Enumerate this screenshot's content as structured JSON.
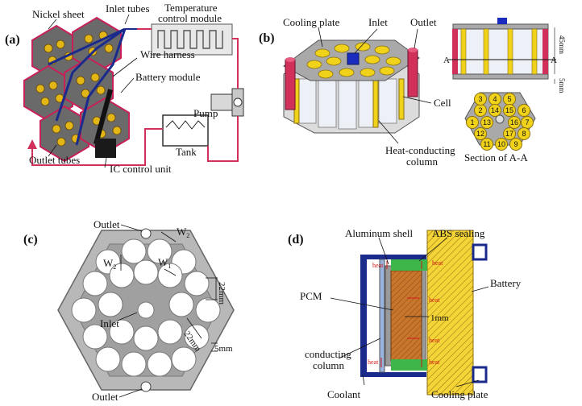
{
  "panel_a": {
    "tag": "(a)",
    "labels": {
      "nickel_sheet": "Nickel sheet",
      "inlet_tubes": "Inlet tubes",
      "temp_module": "Temperature",
      "temp_module_2": "control module",
      "wire_harness": "Wire harness",
      "battery_module": "Battery module",
      "pump": "Pump",
      "tank": "Tank",
      "outlet_tubes": "Outlet tubes",
      "ic_control": "IC control unit"
    }
  },
  "panel_b": {
    "tag": "(b)",
    "labels": {
      "cooling_plate": "Cooling plate",
      "inlet": "Inlet",
      "outlet": "Outlet",
      "cell": "Cell",
      "heat_column": "Heat-conducting",
      "heat_column_2": "column",
      "section": "Section of A-A",
      "a_left": "A",
      "a_right": "A",
      "dim_45": "45mm",
      "dim_5": "5mm"
    },
    "cell_numbers": [
      "1",
      "2",
      "3",
      "4",
      "5",
      "6",
      "7",
      "8",
      "9",
      "10",
      "11",
      "12",
      "13",
      "14",
      "15",
      "16",
      "17"
    ]
  },
  "panel_c": {
    "tag": "(c)",
    "labels": {
      "outlet_top": "Outlet",
      "outlet_bottom": "Outlet",
      "inlet": "Inlet",
      "w2_top": "W",
      "w2_top_sub": "2",
      "w2_left": "W",
      "w2_left_sub": "2",
      "w1": "W",
      "w1_sub": "1",
      "dim_22_right": "22mm",
      "dim_22_diag": "22mm",
      "dim_5": "5mm"
    }
  },
  "panel_d": {
    "tag": "(d)",
    "labels": {
      "aluminum_shell": "Aluminum shell",
      "abs_sealing": "ABS sealing",
      "battery": "Battery",
      "pcm": "PCM",
      "conducting": "conducting",
      "column": "column",
      "dim_1mm": "1mm",
      "coolant": "Coolant",
      "cooling_plate": "Cooling plate",
      "heat": "heat"
    }
  },
  "colors": {
    "pipe": "#d0305a",
    "blue_tube": "#1a2b8c",
    "yellow": "#f1d21a",
    "gray_plate": "#b8b8b8",
    "pcm_brown": "#c8762c",
    "green": "#3fb64a",
    "crimson": "#c8205a"
  }
}
